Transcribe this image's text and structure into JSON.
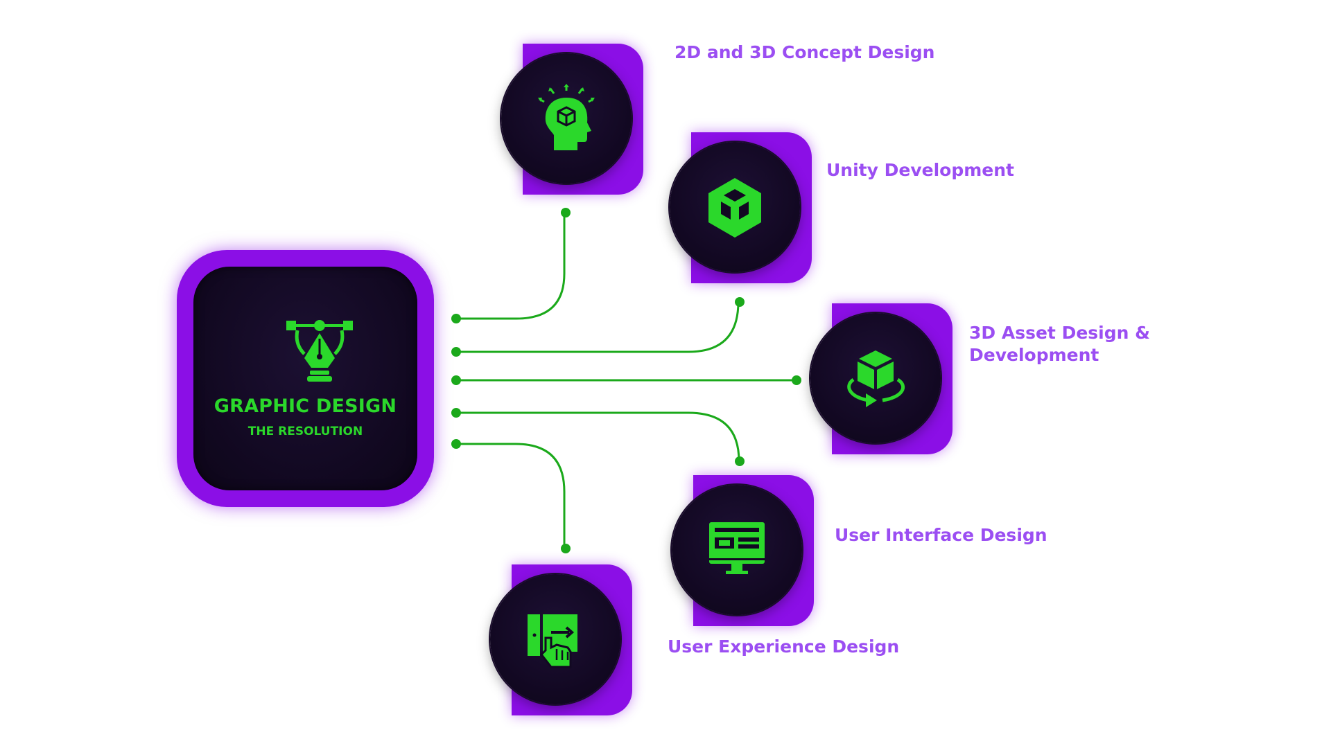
{
  "hub": {
    "title": "GRAPHIC DESIGN",
    "subtitle": "THE RESOLUTION",
    "icon": "pen-tool-bezier-icon"
  },
  "nodes": [
    {
      "label": "2D and 3D Concept Design",
      "icon": "head-cube-idea-icon"
    },
    {
      "label": "Unity Development",
      "icon": "unity-logo-icon"
    },
    {
      "label": "3D Asset Design & Development",
      "label_line1": "3D Asset Design &",
      "label_line2": "Development",
      "icon": "rotating-cube-icon"
    },
    {
      "label": "User Interface Design",
      "icon": "monitor-layout-icon"
    },
    {
      "label": "User Experience Design",
      "icon": "hand-swipe-tablet-icon"
    }
  ],
  "colors": {
    "accent_purple": "#8b0fe6",
    "label_purple": "#9b4ef2",
    "icon_green": "#2bd82b",
    "connector_green": "#1ba91b",
    "dark_fill": "#120822"
  }
}
